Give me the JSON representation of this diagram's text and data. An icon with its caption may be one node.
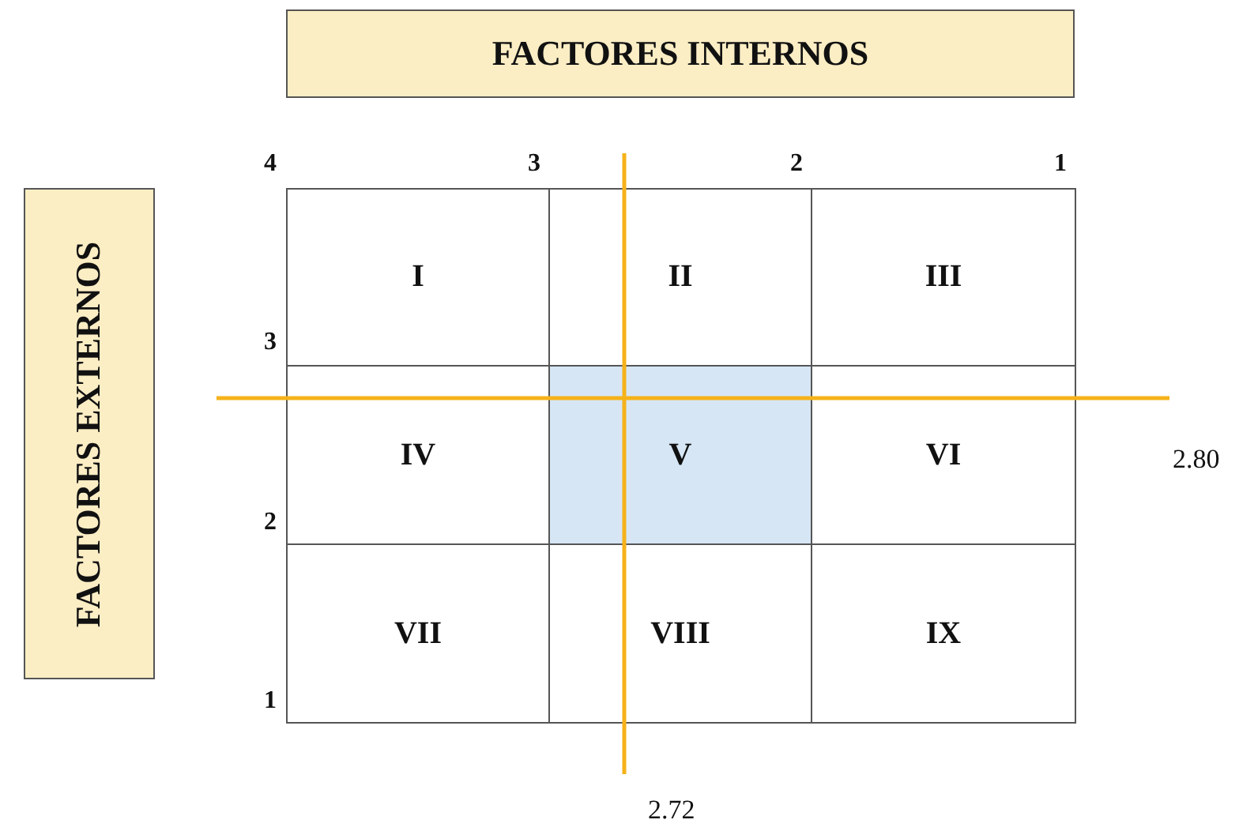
{
  "diagram": {
    "nodes": [
      {
        "text": [
          "FACTORES INTERNOS"
        ]
      },
      {
        "text": [
          "FACTORES EXTERNOS"
        ]
      },
      {
        "text": [
          "I"
        ]
      },
      {
        "text": [
          "II"
        ]
      },
      {
        "text": [
          "III"
        ]
      },
      {
        "text": [
          "IV"
        ]
      },
      {
        "text": [
          "V"
        ]
      },
      {
        "text": [
          "VI"
        ]
      },
      {
        "text": [
          "VII"
        ]
      },
      {
        "text": [
          "VIII"
        ]
      },
      {
        "text": [
          "IX"
        ]
      }
    ],
    "labels": [
      "4",
      "3",
      "2",
      "1",
      "3",
      "2",
      "1",
      "2.80",
      "2.72"
    ]
  }
}
